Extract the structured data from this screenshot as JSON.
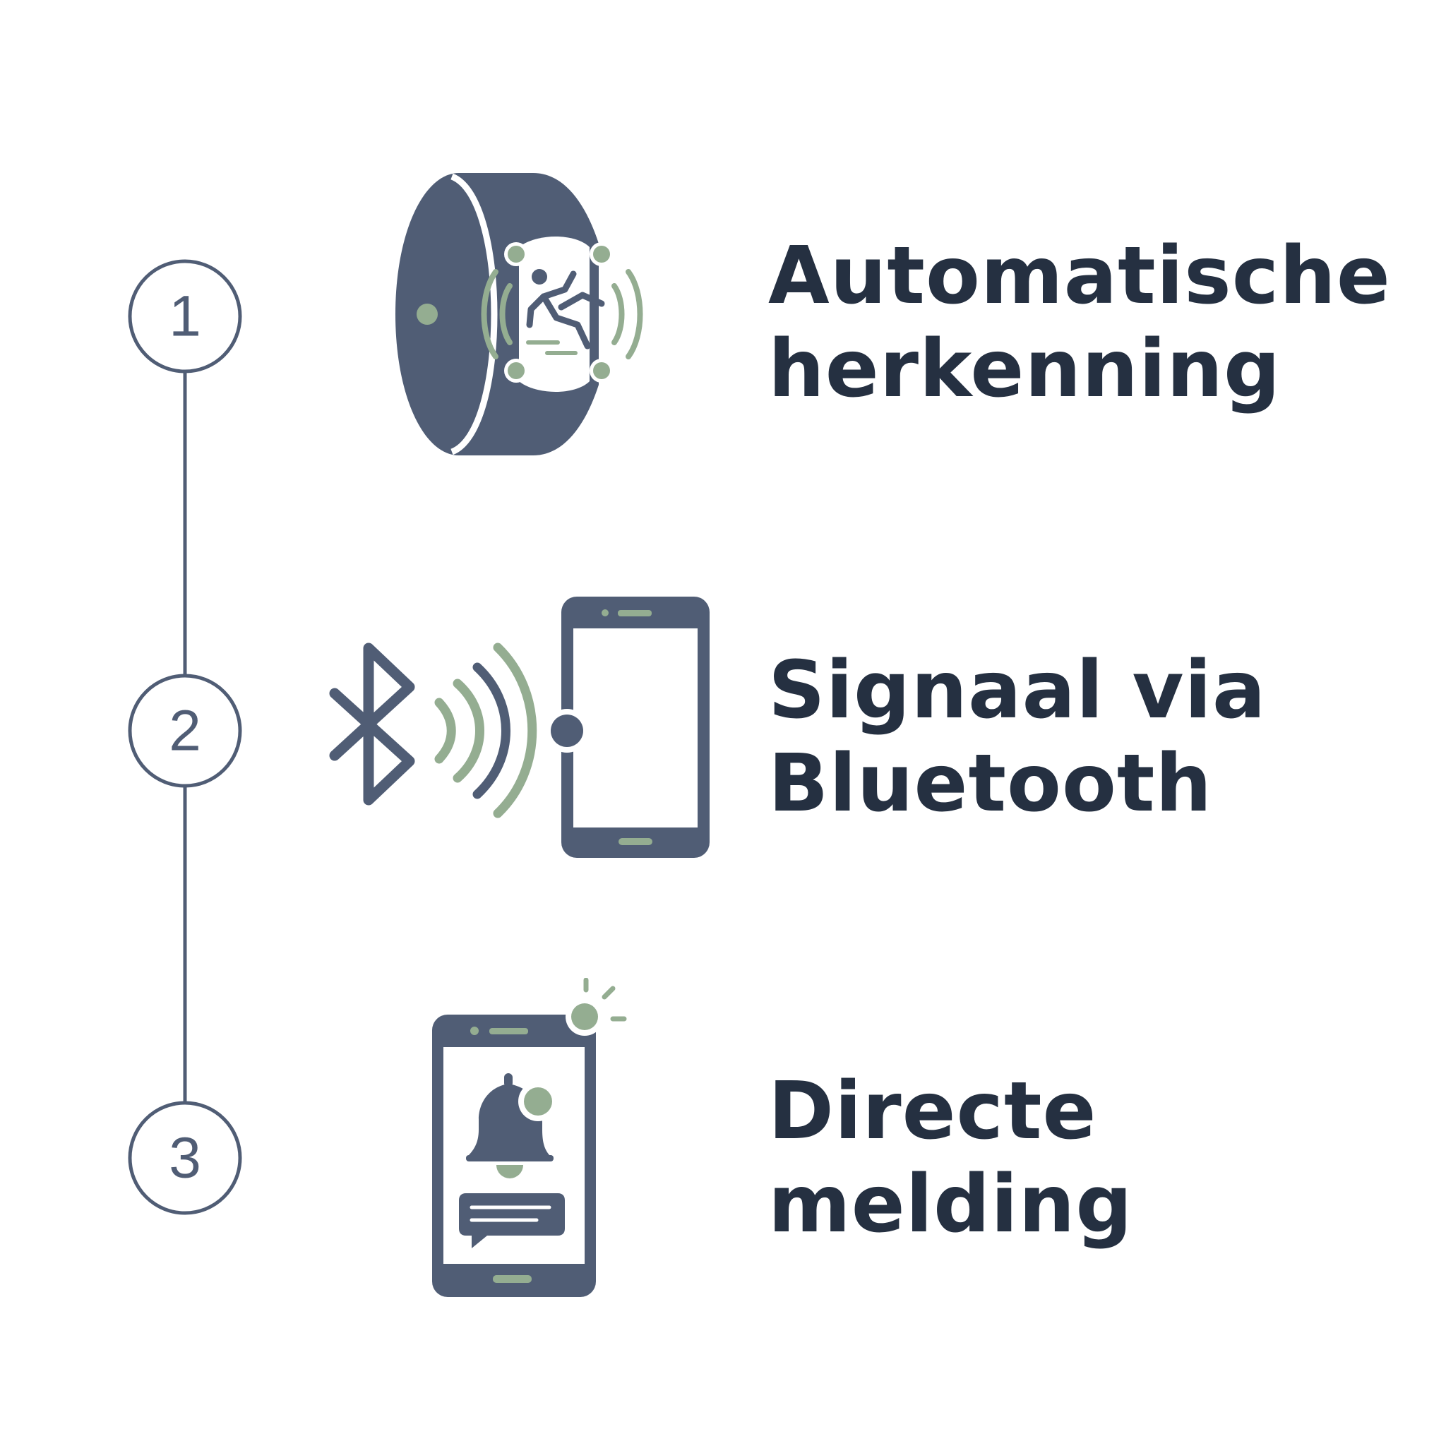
{
  "colors": {
    "slate": "#505d75",
    "sage": "#94ad91",
    "text": "#253041",
    "background": "#ffffff"
  },
  "steps": [
    {
      "number": "1",
      "title_line1": "Automatische",
      "title_line2": "herkenning",
      "icon": "wristband-fall-detection-icon"
    },
    {
      "number": "2",
      "title_line1": "Signaal via",
      "title_line2": "Bluetooth",
      "icon": "bluetooth-to-phone-icon"
    },
    {
      "number": "3",
      "title_line1": "Directe",
      "title_line2": "melding",
      "icon": "phone-notification-bell-icon"
    }
  ]
}
